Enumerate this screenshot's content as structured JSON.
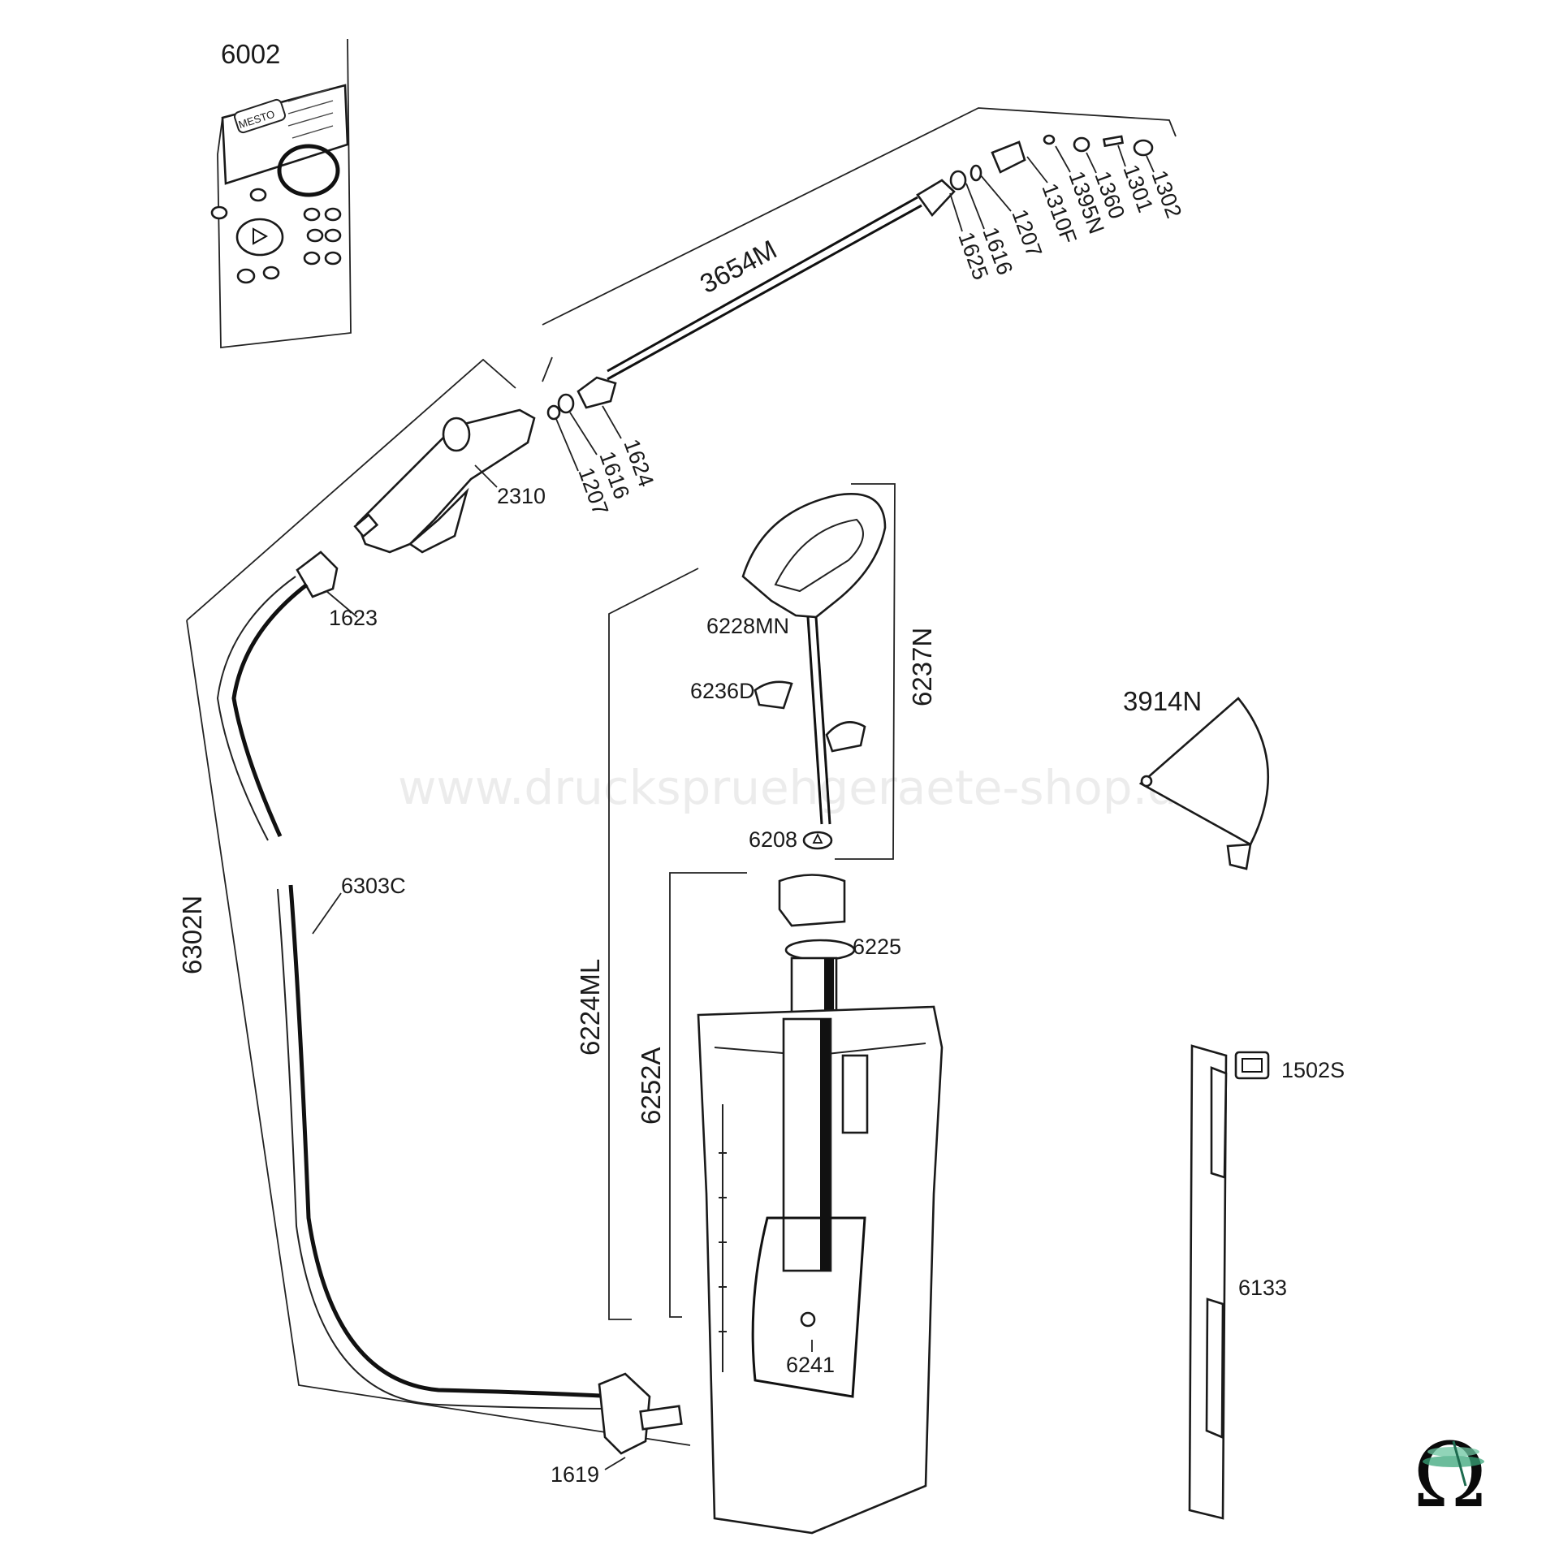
{
  "watermark": "www.druckspruehgeraete-shop.de",
  "parts": {
    "p6002": "6002",
    "p3654M": "3654M",
    "p1625": "1625",
    "p1616a": "1616",
    "p1207a": "1207",
    "p1310F": "1310F",
    "p1395N": "1395N",
    "p1360": "1360",
    "p1301": "1301",
    "p1302": "1302",
    "p1624": "1624",
    "p1616b": "1616",
    "p1207b": "1207",
    "p2310": "2310",
    "p1623": "1623",
    "p6228MN": "6228MN",
    "p6237N": "6237N",
    "p6236D": "6236D",
    "p6208": "6208",
    "p3914N": "3914N",
    "p6302N": "6302N",
    "p6303C": "6303C",
    "p6225": "6225",
    "p6224ML": "6224ML",
    "p6252A": "6252A",
    "p1502S": "1502S",
    "p6133": "6133",
    "p6241": "6241",
    "p1619": "1619"
  },
  "card_brand": "MESTO",
  "logo_glyph": "Ω"
}
